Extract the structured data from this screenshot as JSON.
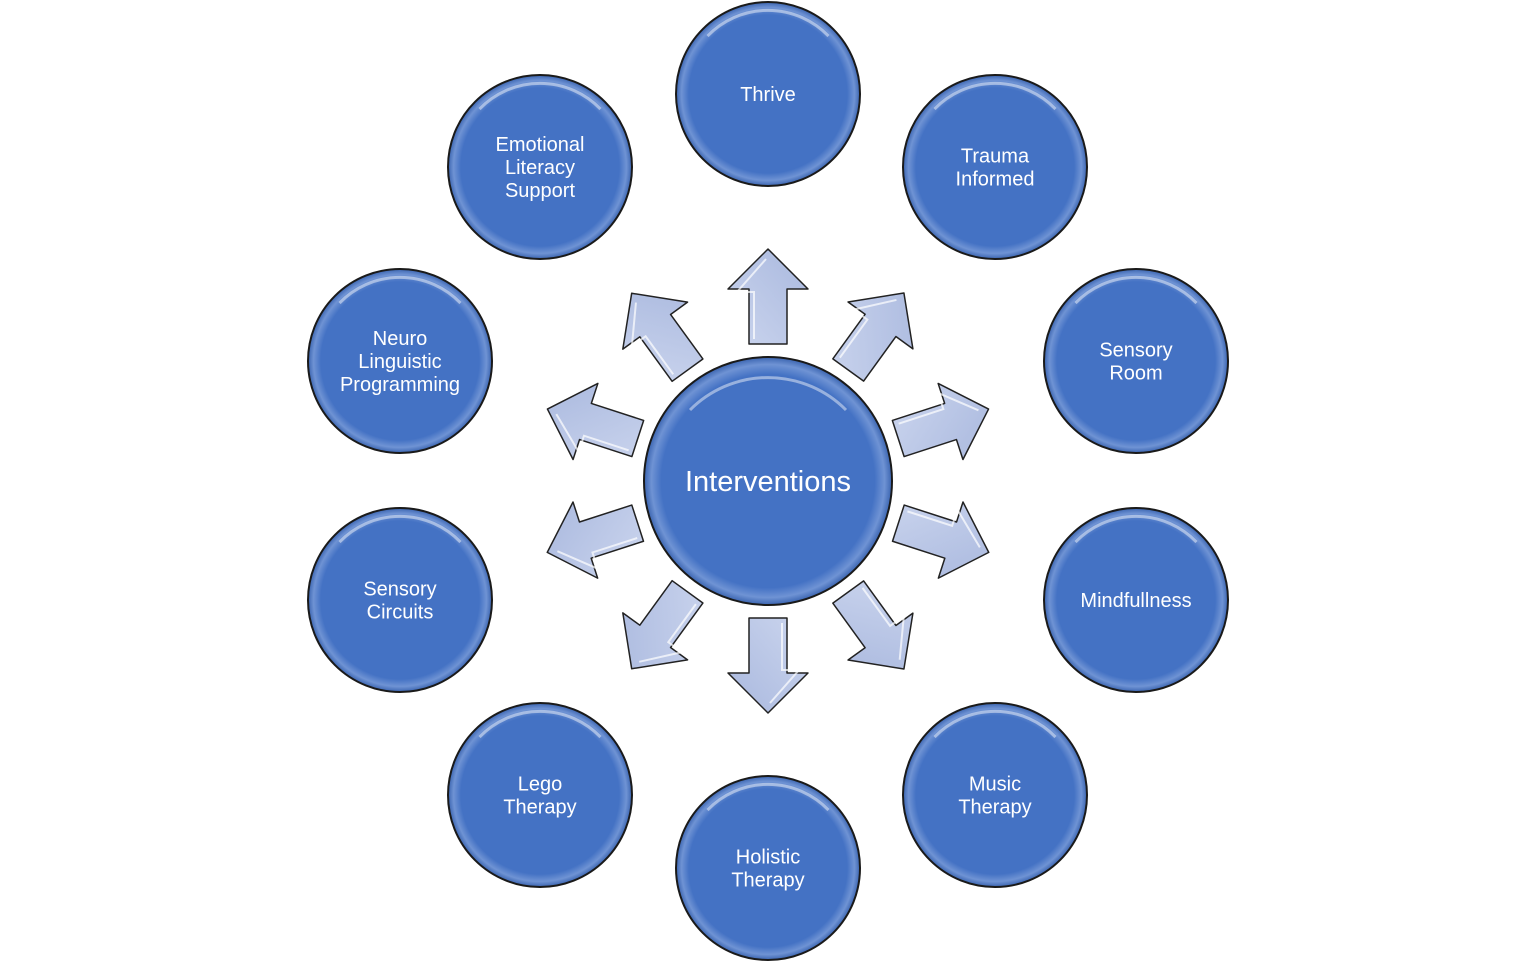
{
  "diagram": {
    "center": {
      "label": "Interventions"
    },
    "nodes": [
      {
        "id": "thrive",
        "lines": [
          "Thrive"
        ]
      },
      {
        "id": "trauma-informed",
        "lines": [
          "Trauma",
          "Informed"
        ]
      },
      {
        "id": "sensory-room",
        "lines": [
          "Sensory",
          "Room"
        ]
      },
      {
        "id": "mindfullness",
        "lines": [
          "Mindfullness"
        ]
      },
      {
        "id": "music-therapy",
        "lines": [
          "Music",
          "Therapy"
        ]
      },
      {
        "id": "holistic-therapy",
        "lines": [
          "Holistic",
          "Therapy"
        ]
      },
      {
        "id": "lego-therapy",
        "lines": [
          "Lego",
          "Therapy"
        ]
      },
      {
        "id": "sensory-circuits",
        "lines": [
          "Sensory",
          "Circuits"
        ]
      },
      {
        "id": "neuro-linguistic-programming",
        "lines": [
          "Neuro",
          "Linguistic",
          "Programming"
        ]
      },
      {
        "id": "emotional-literacy-support",
        "lines": [
          "Emotional",
          "Literacy",
          "Support"
        ]
      }
    ],
    "colors": {
      "node_fill": "#4472C4",
      "node_stroke": "#1a1a1a",
      "arrow_fill": "#b4c1e2",
      "arrow_stroke": "#222222",
      "text": "#ffffff"
    }
  }
}
